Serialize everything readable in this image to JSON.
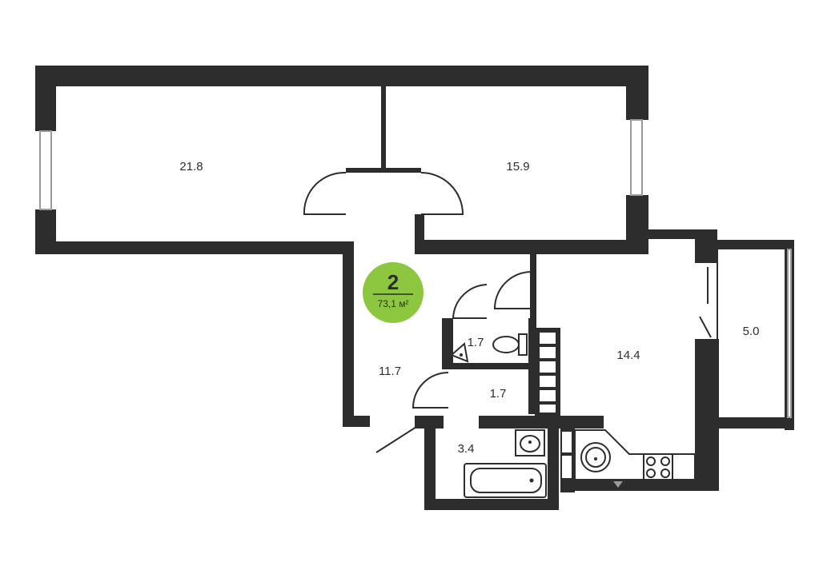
{
  "plan": {
    "badge": {
      "rooms": "2",
      "area": "73,1 м²",
      "color": "#8dc63f"
    },
    "rooms": [
      {
        "id": "living",
        "label": "21.8"
      },
      {
        "id": "bedroom",
        "label": "15.9"
      },
      {
        "id": "hall",
        "label": "11.7"
      },
      {
        "id": "kitchen",
        "label": "14.4"
      },
      {
        "id": "balcony",
        "label": "5.0"
      },
      {
        "id": "toilet",
        "label": "1.7"
      },
      {
        "id": "corridor",
        "label": "1.7"
      },
      {
        "id": "bathroom",
        "label": "3.4"
      }
    ],
    "colors": {
      "wall": "#2d2d2d",
      "background": "#ffffff"
    }
  }
}
